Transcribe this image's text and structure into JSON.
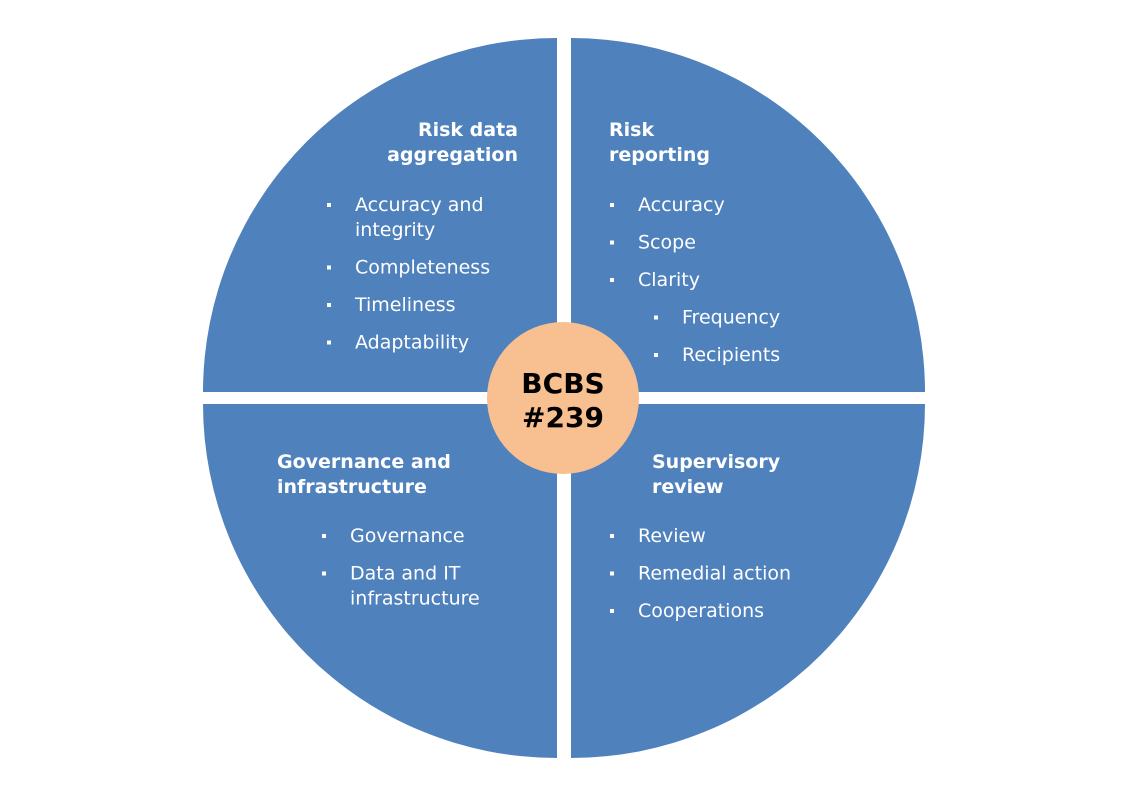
{
  "colors": {
    "quadrant": "#4f81bd",
    "center": "#f8c091",
    "text_light": "#ffffff",
    "text_dark": "#000000"
  },
  "center": {
    "line1": "BCBS",
    "line2": "#239"
  },
  "quadrants": {
    "top_left": {
      "title": [
        "Risk data",
        "aggregation"
      ],
      "items": [
        {
          "lines": [
            "Accuracy and",
            "integrity"
          ],
          "level": 1
        },
        {
          "lines": [
            "Completeness"
          ],
          "level": 1
        },
        {
          "lines": [
            "Timeliness"
          ],
          "level": 1
        },
        {
          "lines": [
            "Adaptability"
          ],
          "level": 1
        }
      ]
    },
    "top_right": {
      "title": [
        "Risk",
        "reporting"
      ],
      "items": [
        {
          "lines": [
            "Accuracy"
          ],
          "level": 1
        },
        {
          "lines": [
            "Scope"
          ],
          "level": 1
        },
        {
          "lines": [
            "Clarity"
          ],
          "level": 1
        },
        {
          "lines": [
            "Frequency"
          ],
          "level": 2
        },
        {
          "lines": [
            "Recipients"
          ],
          "level": 2
        }
      ]
    },
    "bottom_left": {
      "title": [
        "Governance and",
        "infrastructure"
      ],
      "items": [
        {
          "lines": [
            "Governance"
          ],
          "level": 1
        },
        {
          "lines": [
            "Data and IT",
            "infrastructure"
          ],
          "level": 1
        }
      ]
    },
    "bottom_right": {
      "title": [
        "Supervisory",
        "review"
      ],
      "items": [
        {
          "lines": [
            "Review"
          ],
          "level": 1
        },
        {
          "lines": [
            "Remedial action"
          ],
          "level": 1
        },
        {
          "lines": [
            "Cooperations"
          ],
          "level": 1
        }
      ]
    }
  }
}
